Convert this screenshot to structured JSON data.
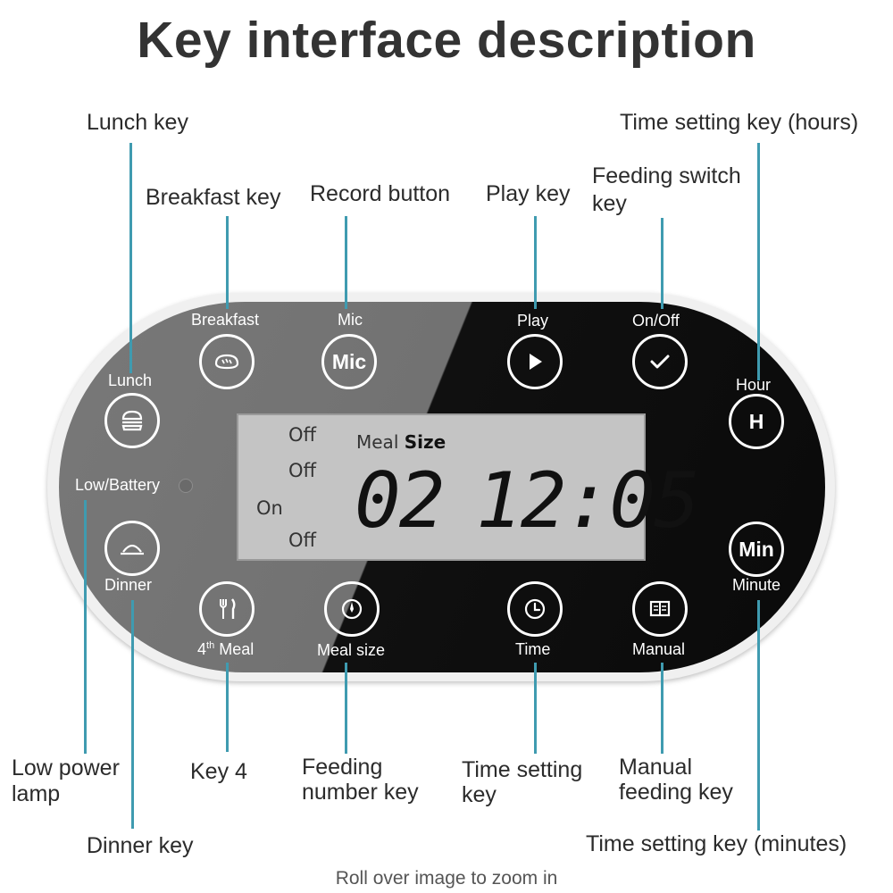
{
  "title": "Key interface description",
  "callouts": {
    "lunch": "Lunch key",
    "breakfast": "Breakfast key",
    "record": "Record button",
    "play": "Play key",
    "feeding_switch_line1": "Feeding switch",
    "feeding_switch_line2": "key",
    "hours": "Time setting key (hours)",
    "low_power_line1": "Low power",
    "low_power_line2": "lamp",
    "dinner": "Dinner key",
    "key4": "Key 4",
    "feeding_number_line1": "Feeding",
    "feeding_number_line2": "number key",
    "time_setting_line1": "Time setting",
    "time_setting_line2": "key",
    "manual_line1": "Manual",
    "manual_line2": "feeding key",
    "minutes": "Time setting key (minutes)"
  },
  "panel": {
    "breakfast": "Breakfast",
    "mic": "Mic",
    "mic_button": "Mic",
    "play": "Play",
    "onoff": "On/Off",
    "lunch": "Lunch",
    "hour": "Hour",
    "hour_button": "H",
    "low_battery": "Low/Battery",
    "dinner": "Dinner",
    "min_button": "Min",
    "minute": "Minute",
    "fourth_meal_sup": "th",
    "fourth_meal_num": "4",
    "fourth_meal_word": " Meal",
    "meal_size": "Meal size",
    "time": "Time",
    "manual": "Manual"
  },
  "lcd": {
    "off1": "Off",
    "off2": "Off",
    "on": "On",
    "off3": "Off",
    "meal_label": "Meal",
    "size_label": "Size",
    "meal_count": "02",
    "clock": "12:05"
  },
  "footer": "Roll over image to zoom in",
  "colors": {
    "callout_line": "#3f9bb0",
    "panel_dark": "#0a0a0a",
    "panel_gray": "#747474",
    "lcd_bg": "#c4c4c4"
  }
}
